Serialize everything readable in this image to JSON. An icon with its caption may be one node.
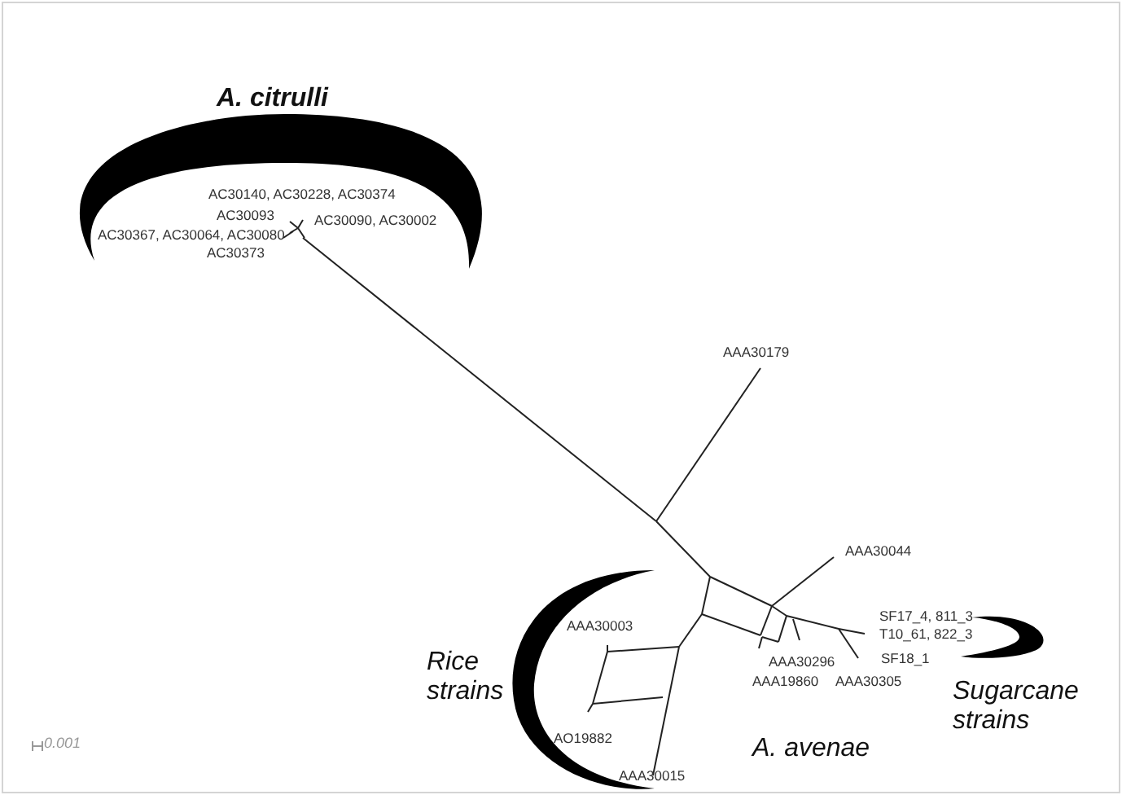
{
  "diagram": {
    "labels": [
      "A. citrulli",
      "AC30140, AC30228, AC30374",
      "AC30093",
      "AC30090, AC30002",
      "AC30367, AC30064, AC30080",
      "AC30373",
      "AAA30179",
      "AAA30044",
      "SF17_4, 811_3",
      "T10_61, 822_3",
      "AAA30003",
      "SF18_1",
      "AAA30296",
      "Rice strains",
      "AAA19860",
      "AAA30305",
      "Sugarcane strains",
      "AO19882",
      "A. avenae",
      "0.001",
      "AAA30015"
    ]
  }
}
